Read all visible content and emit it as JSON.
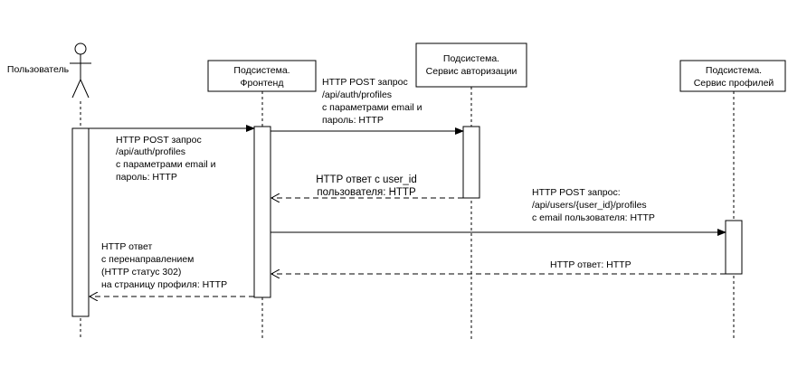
{
  "participants": [
    {
      "id": "user",
      "kind": "actor",
      "label": [
        "Пользователь"
      ]
    },
    {
      "id": "frontend",
      "kind": "box",
      "label": [
        "Подсистема.",
        "Фронтенд"
      ]
    },
    {
      "id": "auth",
      "kind": "box",
      "label": [
        "Подсистема.",
        "Сервис авторизации"
      ]
    },
    {
      "id": "profiles",
      "kind": "box",
      "label": [
        "Подсистема.",
        "Сервис профилей"
      ]
    }
  ],
  "messages": [
    {
      "id": "m1",
      "from": "user",
      "to": "frontend",
      "kind": "sync",
      "text": [
        "HTTP POST запрос",
        "/api/auth/profiles",
        "с параметрами email и",
        "пароль: HTTP"
      ]
    },
    {
      "id": "m2",
      "from": "frontend",
      "to": "auth",
      "kind": "sync",
      "text": [
        "HTTP POST запрос",
        "/api/auth/profiles",
        "с параметрами email и",
        "пароль: HTTP"
      ]
    },
    {
      "id": "m3",
      "from": "auth",
      "to": "frontend",
      "kind": "return",
      "text": [
        "HTTP ответ с user_id",
        "пользователя: HTTP"
      ]
    },
    {
      "id": "m4",
      "from": "frontend",
      "to": "profiles",
      "kind": "sync",
      "text": [
        "HTTP POST запрос:",
        "/api/users/{user_id}/profiles",
        "с email пользователя: HTTP"
      ]
    },
    {
      "id": "m5",
      "from": "profiles",
      "to": "frontend",
      "kind": "return",
      "text": [
        "HTTP ответ: HTTP"
      ]
    },
    {
      "id": "m6",
      "from": "frontend",
      "to": "user",
      "kind": "return",
      "text": [
        "HTTP ответ",
        "с перенаправлением",
        "(HTTP статус 302)",
        "на страницу профиля: HTTP"
      ]
    }
  ]
}
